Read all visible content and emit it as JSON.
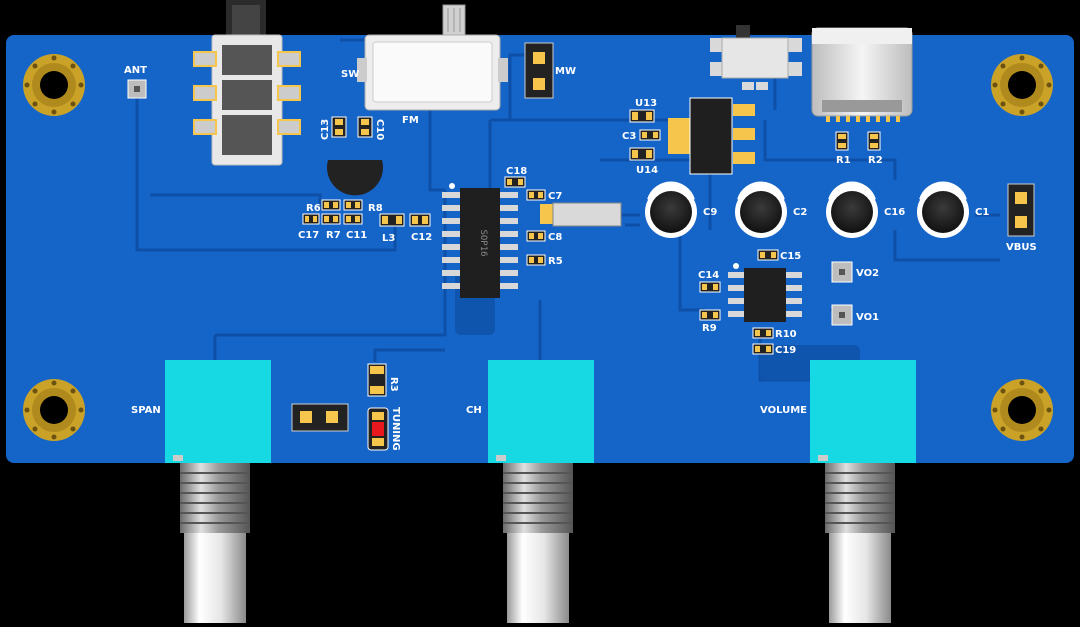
{
  "colors": {
    "background": "#000000",
    "board": "#1565c8",
    "board_dark": "#0d4fa3",
    "copper_trace": "#0f56b0",
    "silkscreen": "#ffffff",
    "pad": "#e8e8e8",
    "gold": "#c9a227",
    "pot_body": "#16d9e3",
    "ic": "#1a1a1a",
    "led": "#e8181e"
  },
  "mounting_holes": 4,
  "labels": {
    "ant": "ANT",
    "sw": "SW",
    "fm": "FM",
    "mw": "MW",
    "u13": "U13",
    "c3": "C3",
    "u14": "U14",
    "c13": "C13",
    "c10": "C10",
    "r6": "R6",
    "r8": "R8",
    "c17": "C17",
    "r7": "R7",
    "c11": "C11",
    "l3": "L3",
    "c12": "C12",
    "c18": "C18",
    "c7": "C7",
    "c8": "C8",
    "r5": "R5",
    "c9": "C9",
    "c2": "C2",
    "c16": "C16",
    "c1": "C1",
    "vbus": "VBUS",
    "r1": "R1",
    "r2": "R2",
    "c15": "C15",
    "c14": "C14",
    "vo2": "VO2",
    "vo1": "VO1",
    "r9": "R9",
    "r10": "R10",
    "c19": "C19",
    "r3": "R3",
    "tuning": "TUNING",
    "span": "SPAN",
    "ch": "CH",
    "volume": "VOLUME",
    "ic_main": "SOP16"
  },
  "potentiometers": [
    {
      "label_key": "span"
    },
    {
      "label_key": "ch"
    },
    {
      "label_key": "volume"
    }
  ]
}
